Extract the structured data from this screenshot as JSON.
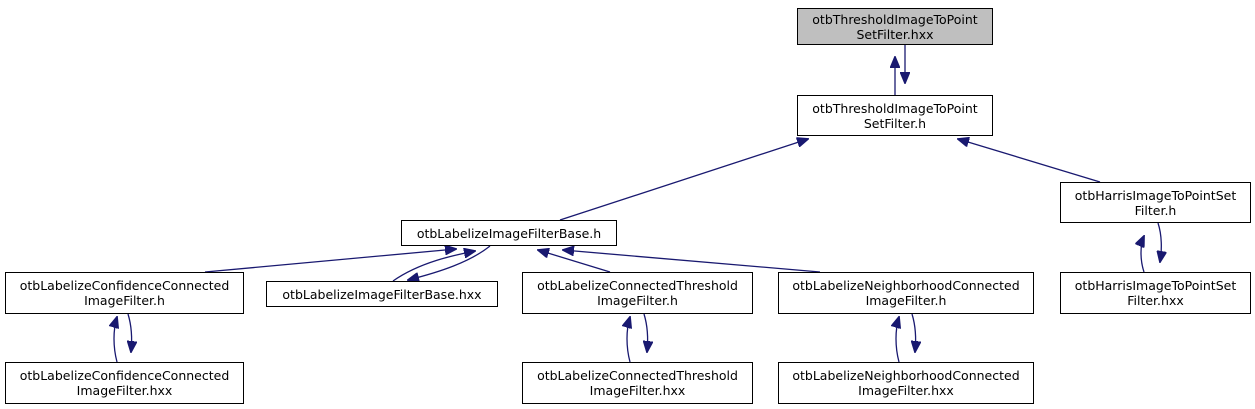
{
  "colors": {
    "edge": "#191970",
    "node_border": "#000000",
    "current_fill": "#bfbfbf",
    "node_fill": "#ffffff"
  },
  "nodes": {
    "threshold_hxx": {
      "line1": "otbThresholdImageToPoint",
      "line2": "SetFilter.hxx"
    },
    "threshold_h": {
      "line1": "otbThresholdImageToPoint",
      "line2": "SetFilter.h"
    },
    "labelize_base_h": {
      "line1": "otbLabelizeImageFilterBase.h"
    },
    "harris_h": {
      "line1": "otbHarrisImageToPointSet",
      "line2": "Filter.h"
    },
    "confidence_h": {
      "line1": "otbLabelizeConfidenceConnected",
      "line2": "ImageFilter.h"
    },
    "labelize_base_hxx": {
      "line1": "otbLabelizeImageFilterBase.hxx"
    },
    "connected_threshold_h": {
      "line1": "otbLabelizeConnectedThreshold",
      "line2": "ImageFilter.h"
    },
    "neighborhood_h": {
      "line1": "otbLabelizeNeighborhoodConnected",
      "line2": "ImageFilter.h"
    },
    "harris_hxx": {
      "line1": "otbHarrisImageToPointSet",
      "line2": "Filter.hxx"
    },
    "confidence_hxx": {
      "line1": "otbLabelizeConfidenceConnected",
      "line2": "ImageFilter.hxx"
    },
    "connected_threshold_hxx": {
      "line1": "otbLabelizeConnectedThreshold",
      "line2": "ImageFilter.hxx"
    },
    "neighborhood_hxx": {
      "line1": "otbLabelizeNeighborhoodConnected",
      "line2": "ImageFilter.hxx"
    }
  },
  "edges": [
    {
      "from": "threshold_h",
      "to": "threshold_hxx"
    },
    {
      "from": "threshold_hxx",
      "to": "threshold_h"
    },
    {
      "from": "labelize_base_h",
      "to": "threshold_h"
    },
    {
      "from": "harris_h",
      "to": "threshold_h"
    },
    {
      "from": "confidence_h",
      "to": "labelize_base_h"
    },
    {
      "from": "labelize_base_hxx",
      "to": "labelize_base_h"
    },
    {
      "from": "labelize_base_h",
      "to": "labelize_base_hxx"
    },
    {
      "from": "connected_threshold_h",
      "to": "labelize_base_h"
    },
    {
      "from": "neighborhood_h",
      "to": "labelize_base_h"
    },
    {
      "from": "harris_hxx",
      "to": "harris_h"
    },
    {
      "from": "harris_h",
      "to": "harris_hxx"
    },
    {
      "from": "confidence_hxx",
      "to": "confidence_h"
    },
    {
      "from": "confidence_h",
      "to": "confidence_hxx"
    },
    {
      "from": "connected_threshold_hxx",
      "to": "connected_threshold_h"
    },
    {
      "from": "connected_threshold_h",
      "to": "connected_threshold_hxx"
    },
    {
      "from": "neighborhood_hxx",
      "to": "neighborhood_h"
    },
    {
      "from": "neighborhood_h",
      "to": "neighborhood_hxx"
    }
  ]
}
